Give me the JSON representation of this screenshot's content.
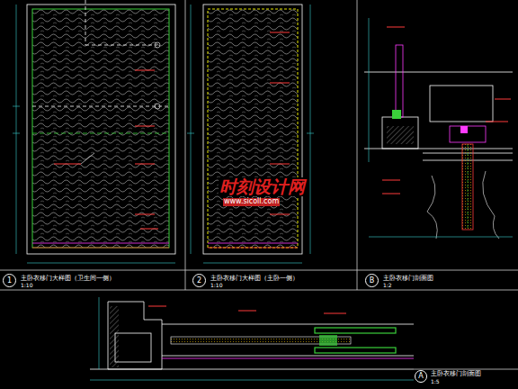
{
  "diagram": {
    "nodes": [
      {
        "text": [
          "1"
        ]
      },
      {
        "text": [
          "2"
        ]
      },
      {
        "text": [
          "B"
        ]
      },
      {
        "text": [
          "A"
        ]
      }
    ],
    "labels": [
      "主卧衣移门大样图（卫生间一侧）",
      "1:10",
      "主卧衣移门大样图（主卧一侧）",
      "1:10",
      "主卧衣移门剖面图",
      "1:2",
      "主卧衣移门剖面图",
      "1:5",
      "时刻设计网",
      "www.sicoll.com"
    ]
  }
}
